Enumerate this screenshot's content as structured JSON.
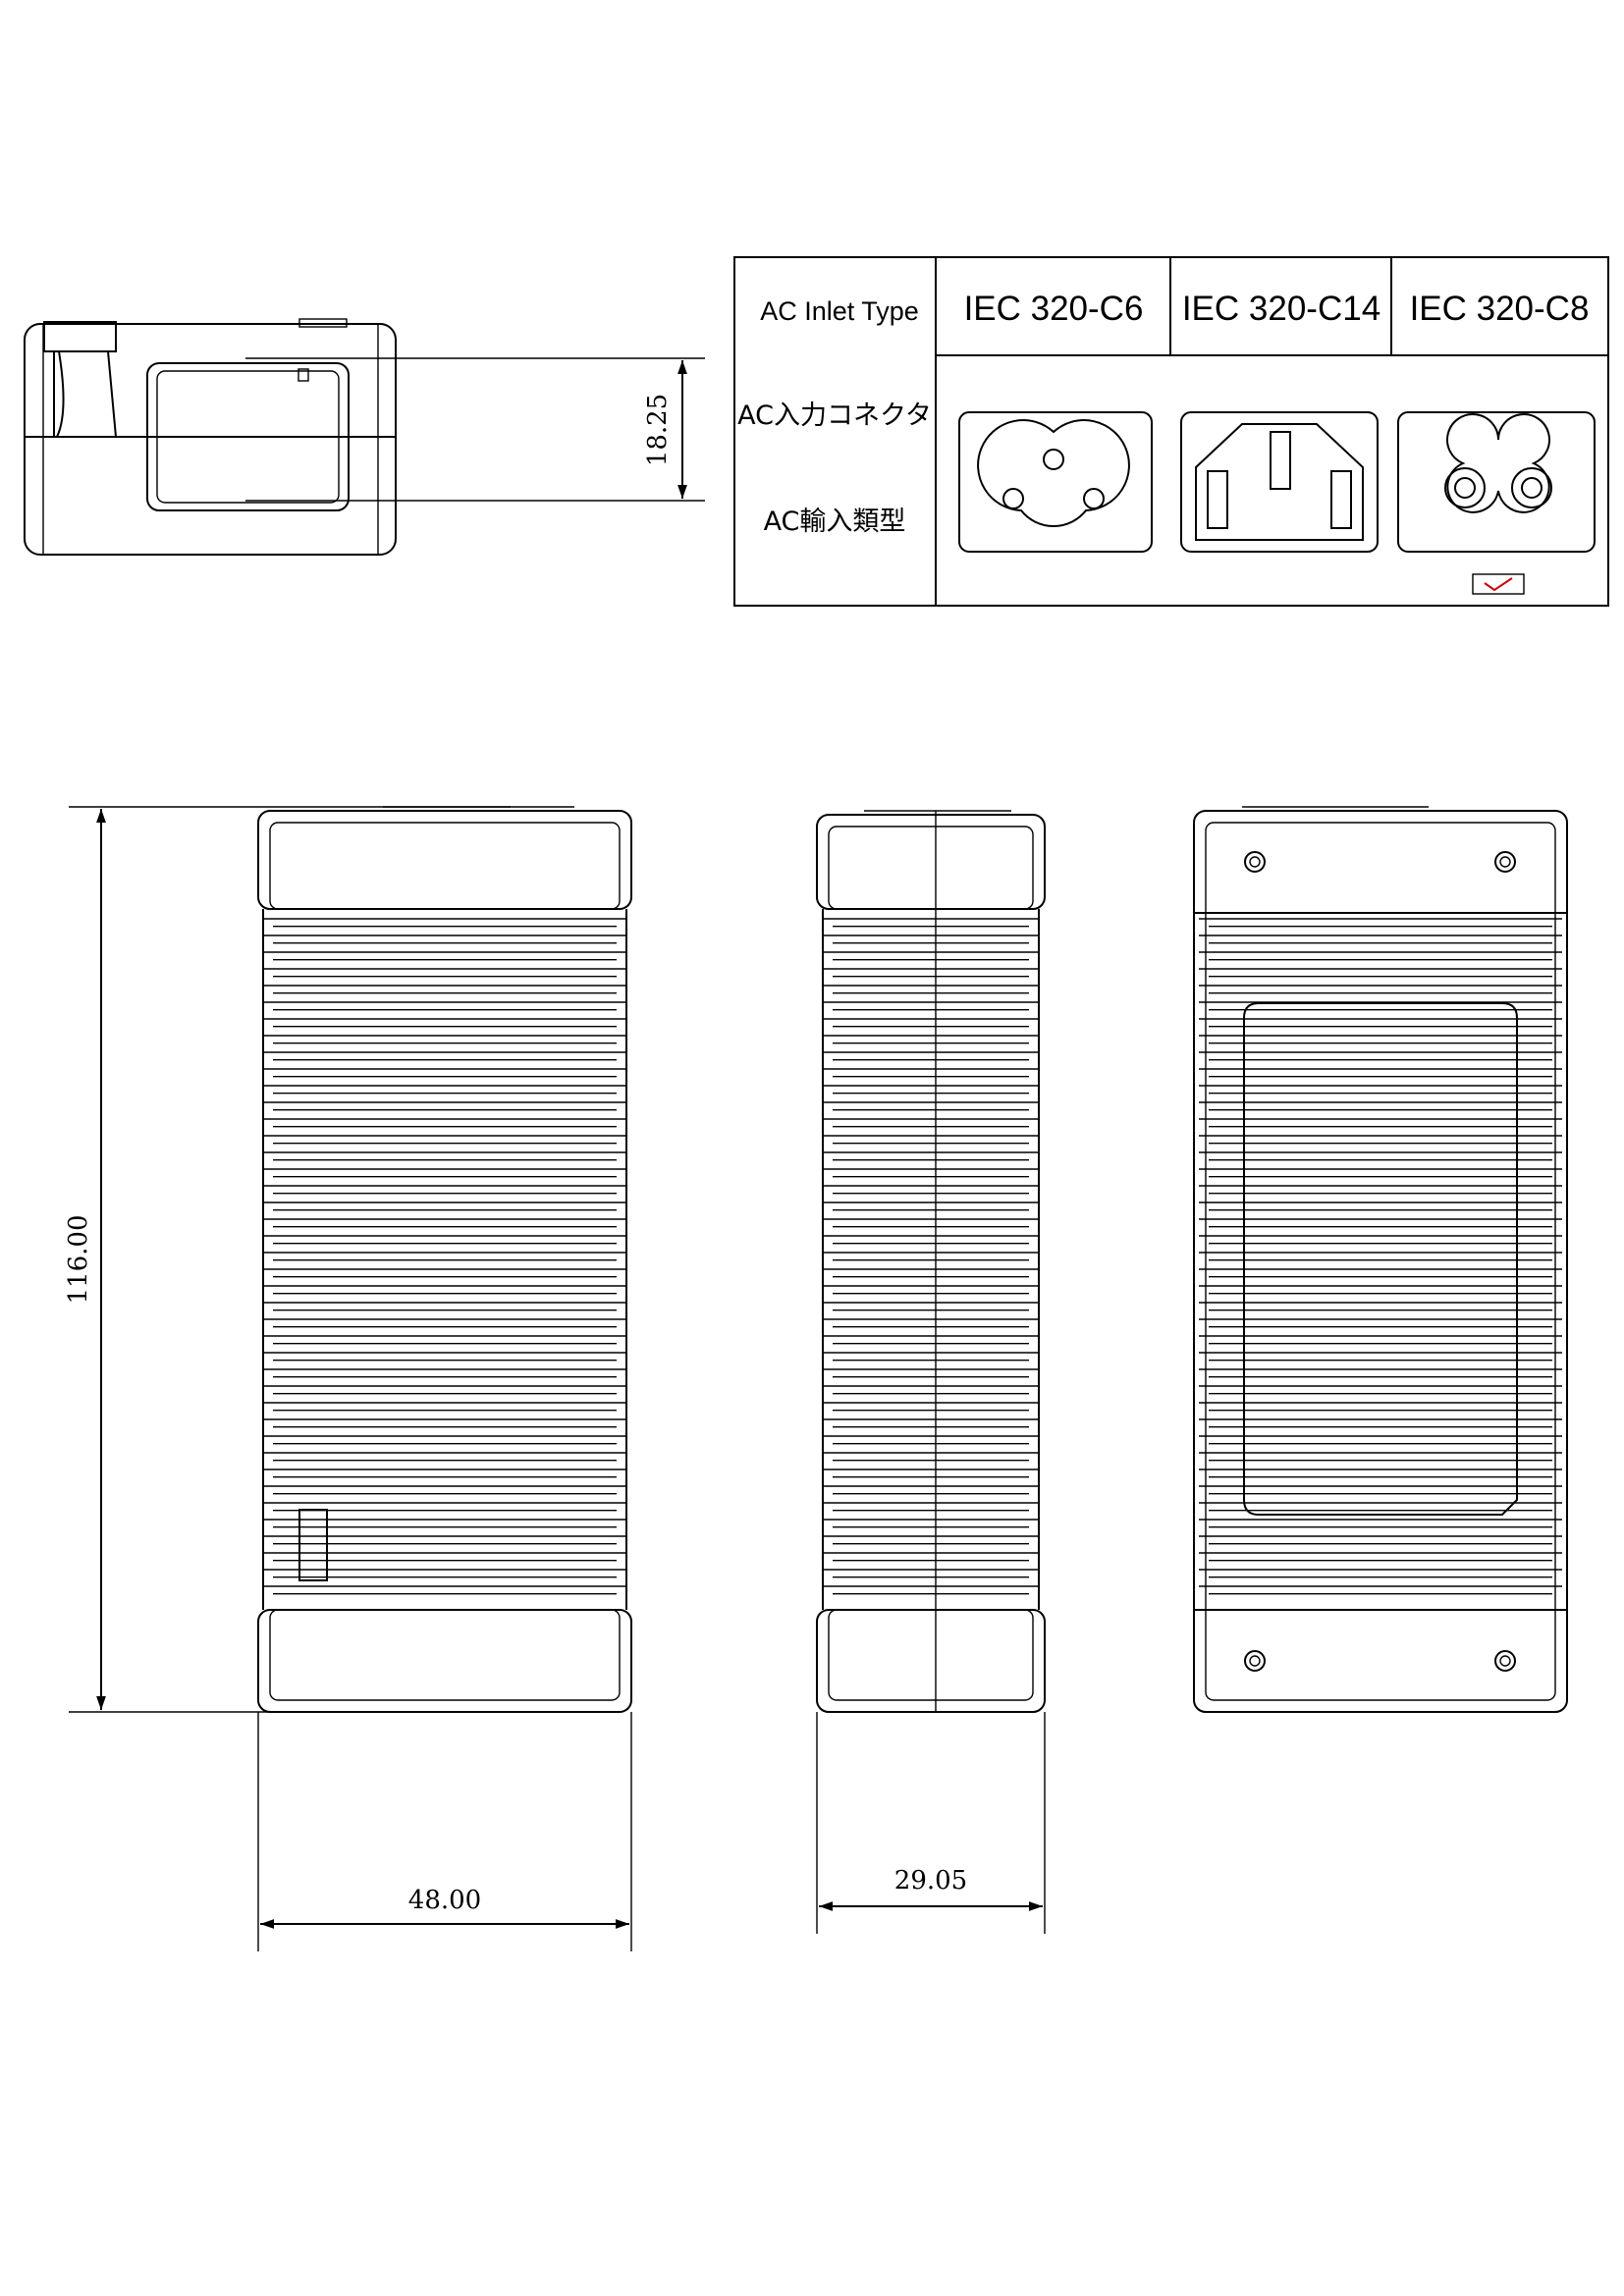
{
  "dimensions": {
    "end_view_height": "18.25",
    "length": "116.00",
    "width": "48.00",
    "thickness": "29.05"
  },
  "inlet_table": {
    "header_label": "AC Inlet Type",
    "row_label_jp": "AC入力コネクタ",
    "row_label_cn": "AC輸入類型",
    "columns": [
      "IEC 320-C6",
      "IEC 320-C14",
      "IEC 320-C8"
    ],
    "selected_column": 2
  },
  "colors": {
    "line": "#000000",
    "check_mark": "#cc0000"
  }
}
